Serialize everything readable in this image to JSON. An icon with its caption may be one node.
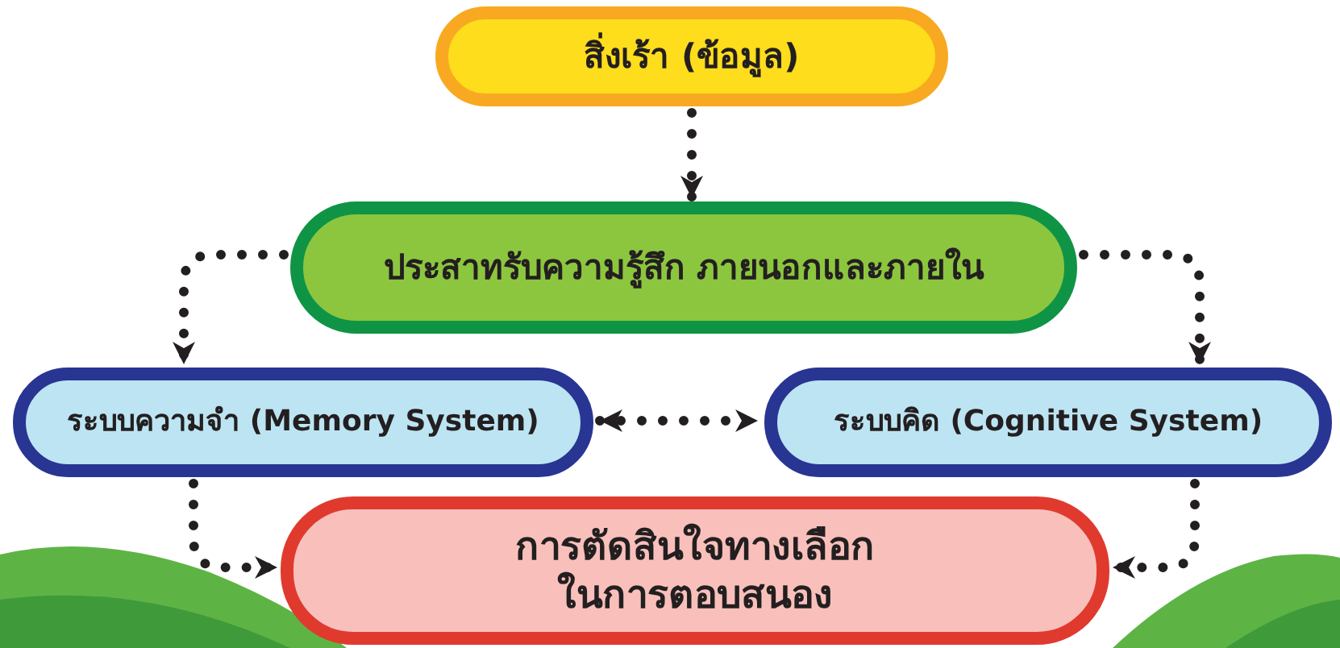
{
  "diagram": {
    "nodes": [
      {
        "text": [
          "สิ่งเร้า (ข้อมูล)"
        ]
      },
      {
        "text": [
          "ประสาทรับความรู้สึก ภายนอกและภายใน"
        ]
      },
      {
        "text": [
          "ระบบความจำ (Memory System)"
        ]
      },
      {
        "text": [
          "ระบบคิด (Cognitive System)"
        ]
      },
      {
        "text": [
          "การตัดสินใจทางเลือกในการตอบสนอง"
        ]
      }
    ],
    "edges": [
      {
        "from": 0,
        "to": 1,
        "arrow": "to"
      },
      {
        "from": 1,
        "to": 2,
        "arrow": "to"
      },
      {
        "from": 1,
        "to": 3,
        "arrow": "to"
      },
      {
        "from": 2,
        "to": 3,
        "arrow": "both"
      },
      {
        "from": 2,
        "to": 4,
        "arrow": "to"
      },
      {
        "from": 3,
        "to": 4,
        "arrow": "to"
      }
    ]
  }
}
